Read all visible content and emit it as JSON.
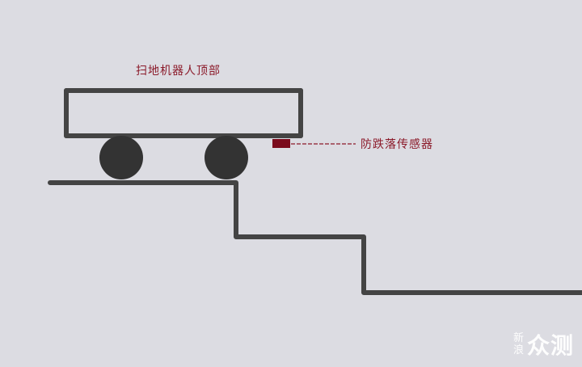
{
  "labels": {
    "robot_top": "扫地机器人顶部",
    "sensor": "防跌落传感器"
  },
  "watermark": {
    "line1": "新",
    "line2": "浪",
    "brand": "众测"
  },
  "colors": {
    "background": "#dcdce2",
    "stroke": "#444444",
    "wheel": "#333333",
    "sensor": "#7a0a1c",
    "label_text": "#8b1a2a"
  }
}
